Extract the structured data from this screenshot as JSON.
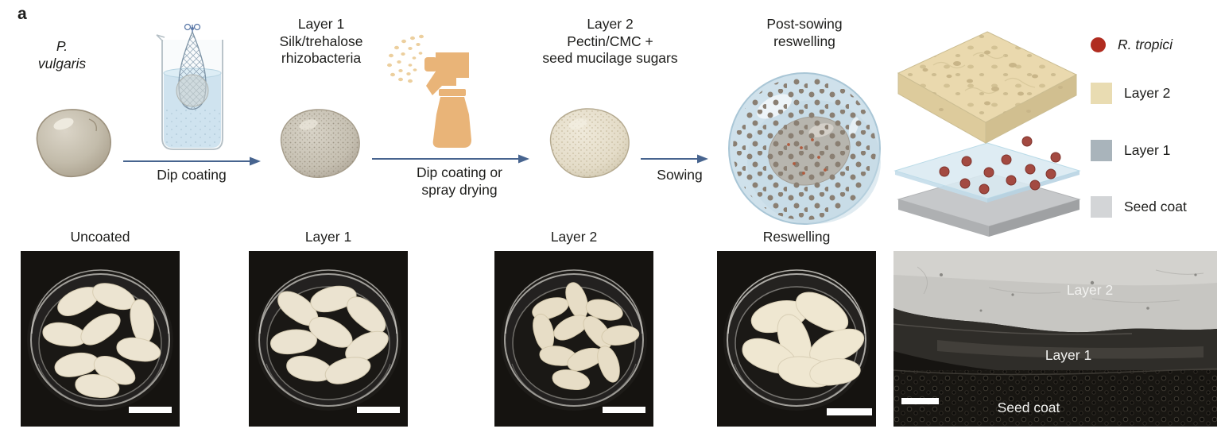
{
  "panel_label": "a",
  "flow": {
    "step1": {
      "label": "P.\nvulgaris"
    },
    "arrow1": {
      "label": "Dip coating"
    },
    "step2": {
      "label": "Layer 1\nSilk/trehalose\nrhizobacteria"
    },
    "arrow2": {
      "label": "Dip coating or\nspray drying"
    },
    "step3": {
      "label": "Layer 2\nPectin/CMC +\nseed mucilage sugars"
    },
    "arrow3": {
      "label": "Sowing"
    },
    "step4": {
      "label": "Post-sowing\nreswelling"
    }
  },
  "schematic_legend": {
    "items": [
      {
        "label": "R. tropici",
        "swatch": "circle",
        "color": "#b02c20",
        "italic": true
      },
      {
        "label": "Layer 2",
        "swatch": "square",
        "color": "#e9dcb2",
        "italic": false
      },
      {
        "label": "Layer 1",
        "swatch": "square",
        "color": "#a9b4bb",
        "italic": false
      },
      {
        "label": "Seed coat",
        "swatch": "square",
        "color": "#d3d5d7",
        "italic": false
      }
    ]
  },
  "photo_panels": [
    {
      "label": "Uncoated"
    },
    {
      "label": "Layer 1"
    },
    {
      "label": "Layer 2"
    },
    {
      "label": "Reswelling"
    }
  ],
  "sem_panel": {
    "layer2_label": "Layer 2",
    "layer1_label": "Layer 1",
    "seed_coat_label": "Seed coat"
  },
  "colors": {
    "arrow": "#47648f",
    "text": "#1d1d1b",
    "spray_bottle": "#e9b478",
    "beaker_water": "#cfe3ef",
    "reswelling_gel": "#cfe1eb",
    "bacteria_dot": "#a34a41",
    "layer2_slab": "#ead9ae",
    "layer1_sheet": "#d9e9f1",
    "seed_coat_slab": "#c6c8ca",
    "photo_background": "#151310"
  }
}
